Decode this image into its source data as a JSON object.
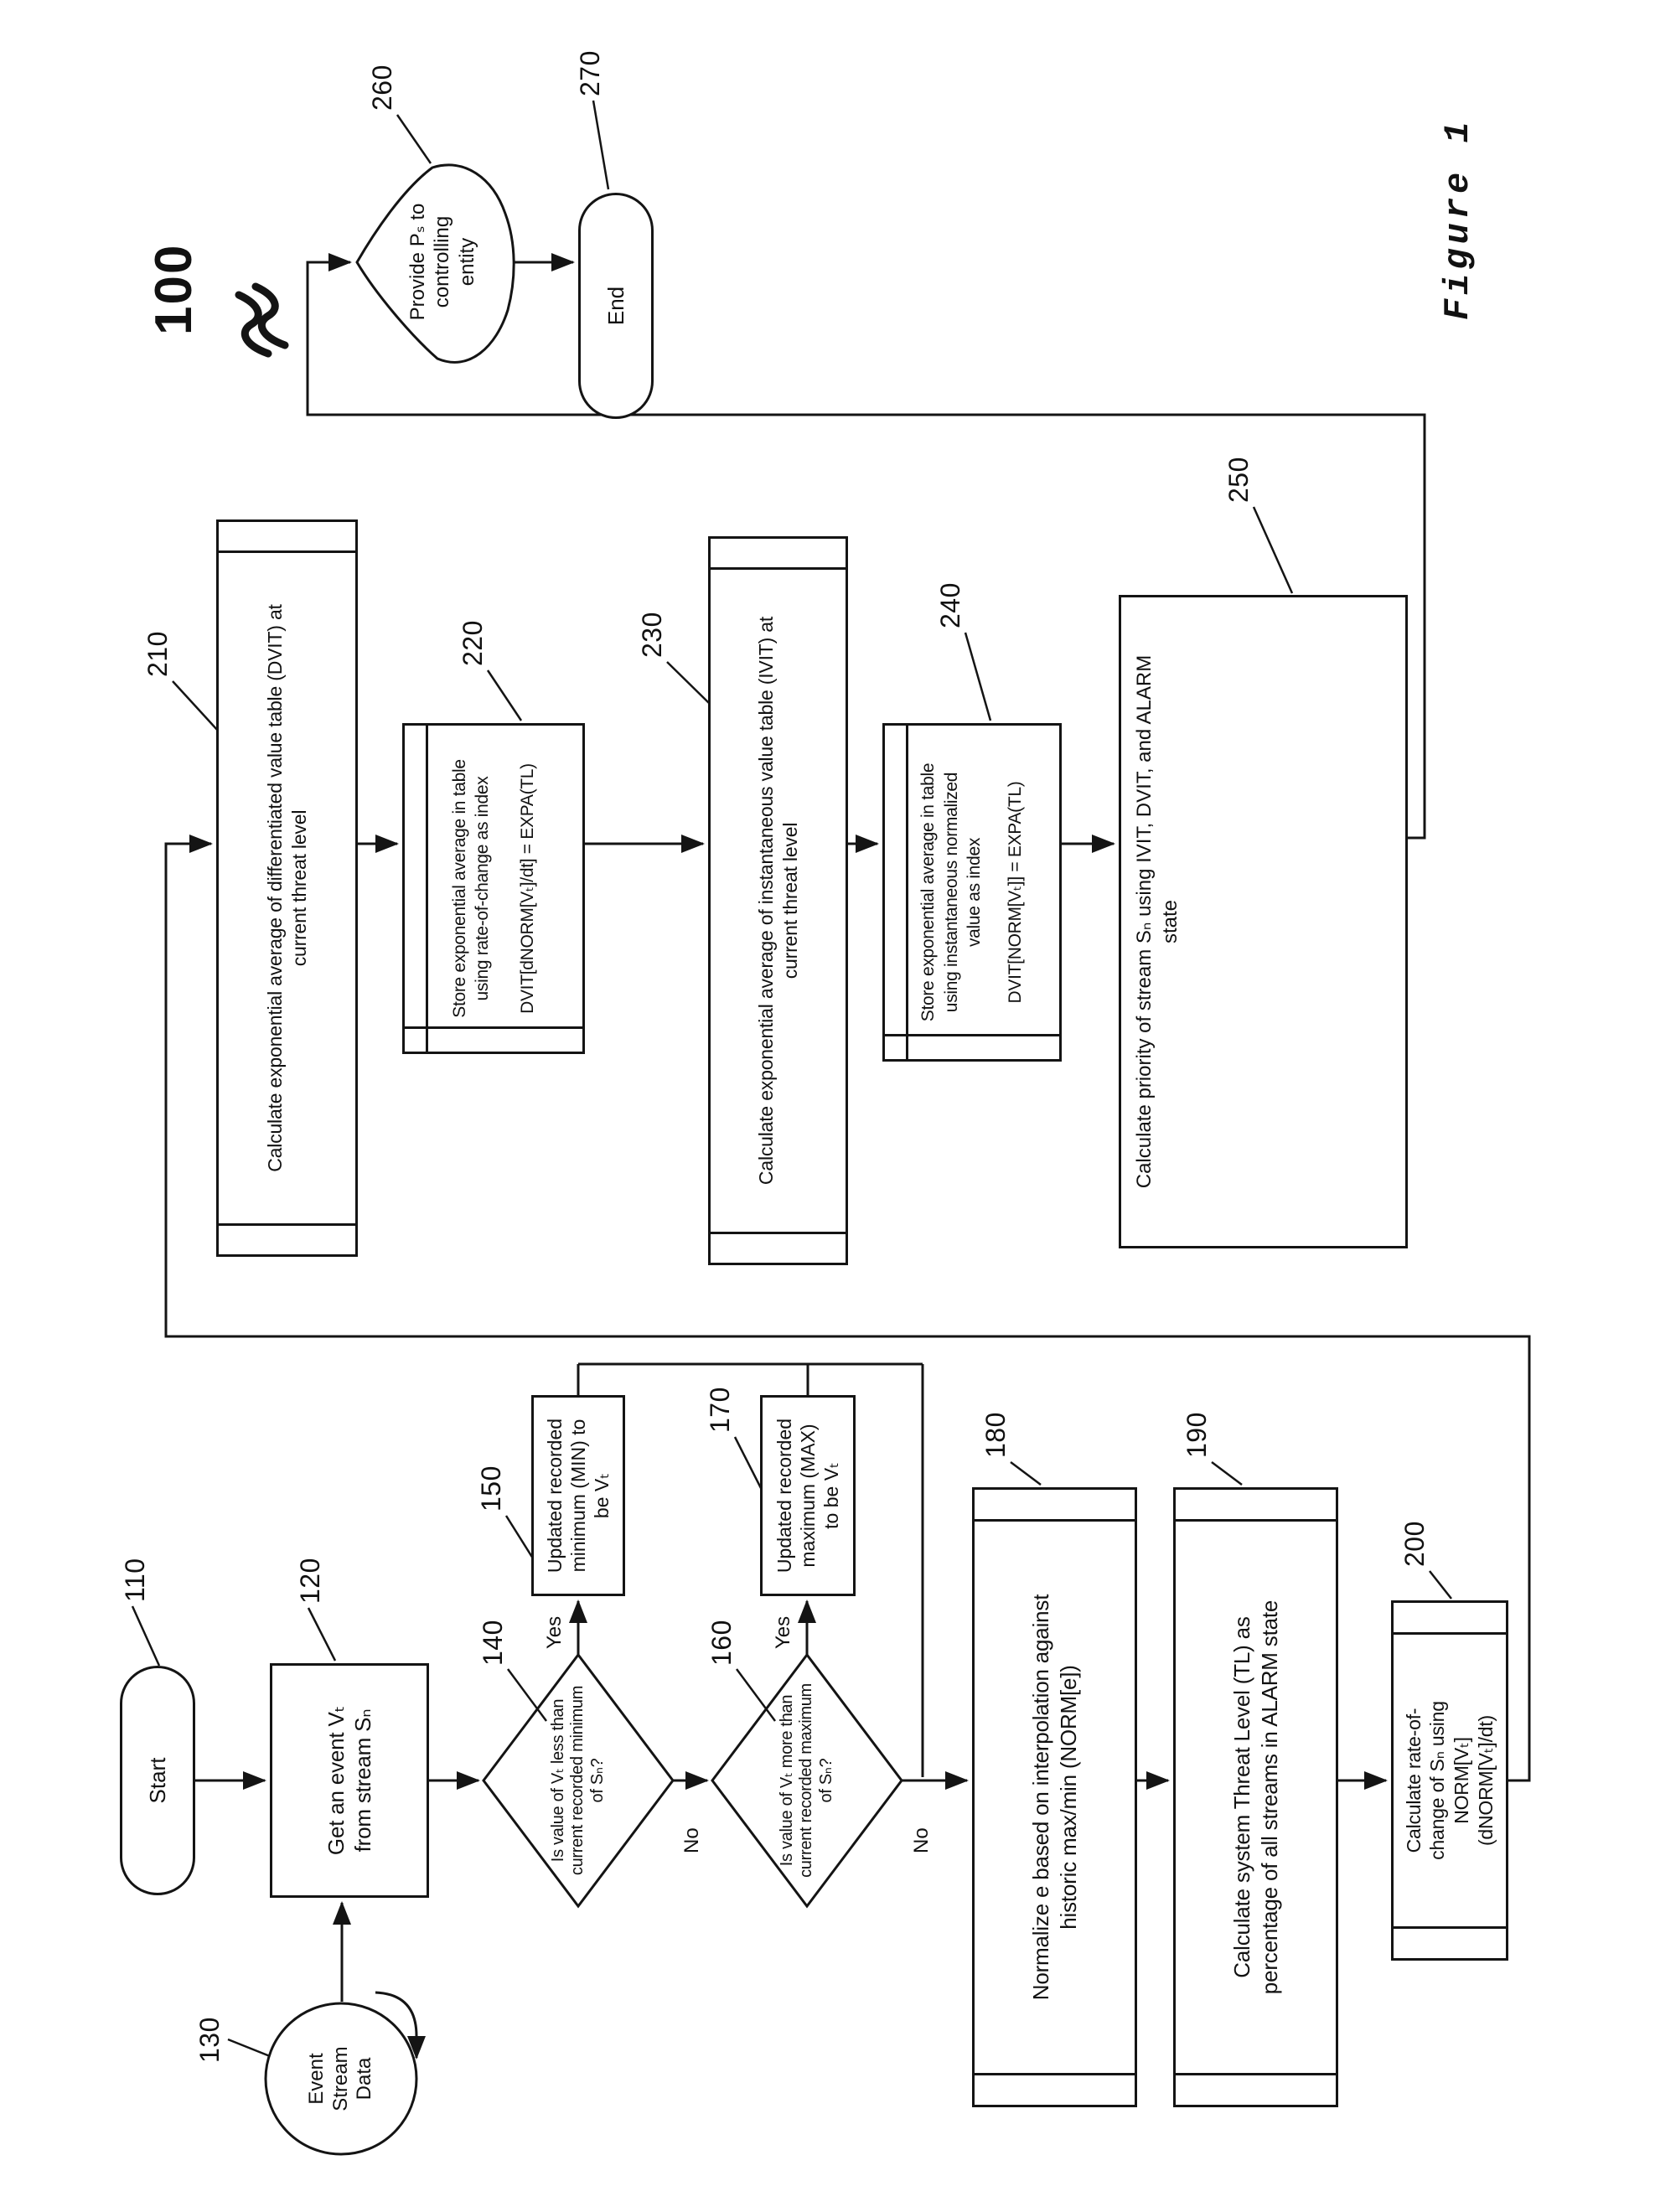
{
  "figure": {
    "caption": "Figure 1",
    "reference": "100"
  },
  "colors": {
    "ink": "#141414",
    "paper": "#ffffff"
  },
  "nodes": {
    "n110": {
      "label": "110",
      "text": "Start"
    },
    "n120": {
      "label": "120",
      "lines": [
        "Get an event Vₜ",
        "from stream Sₙ"
      ]
    },
    "n130": {
      "label": "130",
      "lines": [
        "Event",
        "Stream",
        "Data"
      ]
    },
    "n140": {
      "label": "140",
      "lines": [
        "Is value of Vₜ less than",
        "current recorded minimum",
        "of Sₙ?"
      ]
    },
    "n150": {
      "label": "150",
      "lines": [
        "Updated recorded",
        "minimum (MIN) to",
        "be Vₜ"
      ]
    },
    "n160": {
      "label": "160",
      "lines": [
        "Is value of Vₜ more than",
        "current recorded maximum",
        "of Sₙ?"
      ]
    },
    "n170": {
      "label": "170",
      "lines": [
        "Updated recorded",
        "maximum (MAX)",
        "to be Vₜ"
      ]
    },
    "n180": {
      "label": "180",
      "lines": [
        "Normalize e based on interpolation against",
        "historic max/min (NORM[e])"
      ]
    },
    "n190": {
      "label": "190",
      "lines": [
        "Calculate system Threat Level (TL) as",
        "percentage of all streams in ALARM state"
      ]
    },
    "n200": {
      "label": "200",
      "lines": [
        "Calculate rate-of-",
        "change of Sₙ using",
        "NORM[Vₜ]",
        "(dNORM[Vₜ]/dt)"
      ]
    },
    "n210": {
      "label": "210",
      "lines": [
        "Calculate exponential average of differentiated value table (DVIT) at",
        "current threat level"
      ]
    },
    "n220": {
      "label": "220",
      "lines": [
        "Store exponential average in table",
        "using rate-of-change as index"
      ],
      "formula": "DVIT[dNORM[Vₜ]/dt] = EXPA(TL)"
    },
    "n230": {
      "label": "230",
      "lines": [
        "Calculate exponential average of instantaneous value table (IVIT) at",
        "current threat level"
      ]
    },
    "n240": {
      "label": "240",
      "lines": [
        "Store exponential average in table",
        "using instantaneous normalized",
        "value as index"
      ],
      "formula": "DVIT[NORM[Vₜ]] = EXPA(TL)"
    },
    "n250": {
      "label": "250",
      "lines": [
        "Calculate priority of stream Sₙ using IVIT, DVIT, and ALARM",
        "state"
      ]
    },
    "n260": {
      "label": "260",
      "lines": [
        "Provide Pₛ to",
        "controlling",
        "entity"
      ]
    },
    "n270": {
      "label": "270",
      "text": "End"
    }
  },
  "edges": {
    "yes140": "Yes",
    "no140": "No",
    "yes160": "Yes",
    "no160": "No"
  }
}
